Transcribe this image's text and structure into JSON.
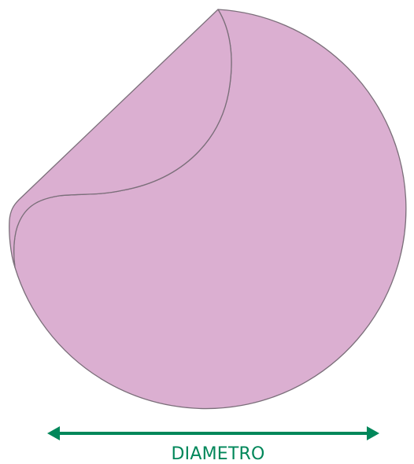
{
  "diagram": {
    "label": "DIAMETRO",
    "colors": {
      "sticker_fill": "#dbafd1",
      "sticker_stroke": "#7b6f7a",
      "curl_fill": "#dbafd1",
      "arrow": "#00875a",
      "label": "#00875a"
    },
    "icons": {
      "sticker": "peeling-round-sticker",
      "arrow": "double-headed-arrow"
    }
  }
}
